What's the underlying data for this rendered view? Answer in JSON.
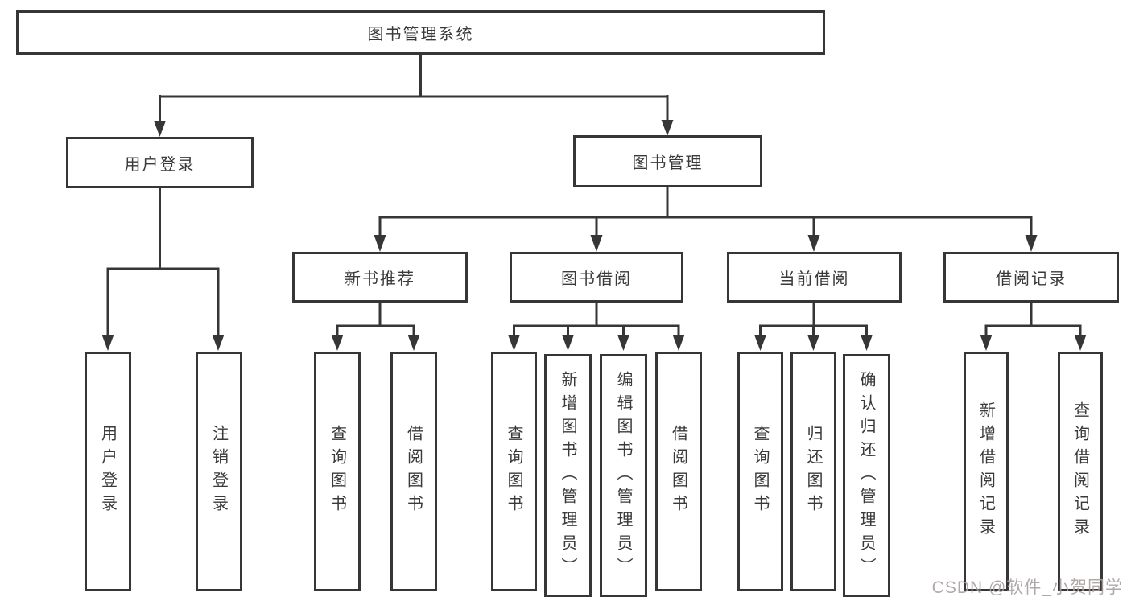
{
  "diagram": {
    "root": {
      "label": "图书管理系统"
    },
    "branches": [
      {
        "label": "用户登录",
        "children": [
          {
            "label": "用户登录"
          },
          {
            "label": "注销登录"
          }
        ]
      },
      {
        "label": "图书管理",
        "sections": [
          {
            "label": "新书推荐",
            "children": [
              {
                "label": "查询图书"
              },
              {
                "label": "借阅图书"
              }
            ]
          },
          {
            "label": "图书借阅",
            "children": [
              {
                "label": "查询图书"
              },
              {
                "label": "新增图书（管理员）"
              },
              {
                "label": "编辑图书（管理员）"
              },
              {
                "label": "借阅图书"
              }
            ]
          },
          {
            "label": "当前借阅",
            "children": [
              {
                "label": "查询图书"
              },
              {
                "label": "归还图书"
              },
              {
                "label": "确认归还（管理员）"
              }
            ]
          },
          {
            "label": "借阅记录",
            "children": [
              {
                "label": "新增借阅记录"
              },
              {
                "label": "查询借阅记录"
              }
            ]
          }
        ]
      }
    ]
  },
  "watermark": {
    "text": "CSDN @软件_小贺同学"
  },
  "colors": {
    "line": "#363636",
    "text": "#3a3a3a",
    "watermark": "#a8a0a0",
    "background": "#ffffff"
  }
}
